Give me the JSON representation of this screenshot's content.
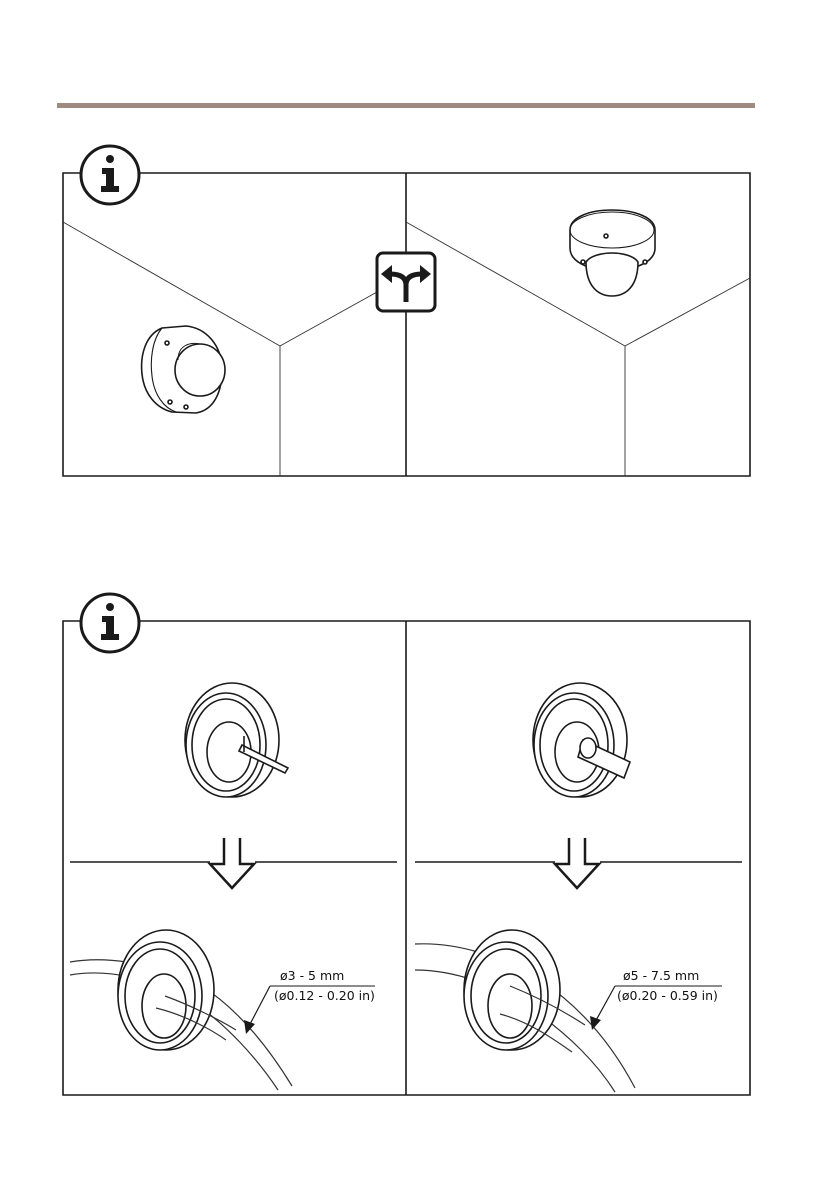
{
  "colors": {
    "rule": "#9c8b7e",
    "line": "#1a1a1a",
    "thin_line": "#333333"
  },
  "icons": {
    "info": "info-circle-icon",
    "choice": "fork-arrow-choice-icon",
    "down_arrow": "down-arrow-icon"
  },
  "figure_mount": {
    "left_panel": "wall-mount-camera",
    "right_panel": "ceiling-mount-camera"
  },
  "figure_gasket": {
    "left": {
      "size_mm": "ø3 - 5 mm",
      "size_in": "(ø0.12 - 0.20 in)"
    },
    "right": {
      "size_mm": "ø5 - 7.5 mm",
      "size_in": "(ø0.20 - 0.59 in)"
    }
  }
}
